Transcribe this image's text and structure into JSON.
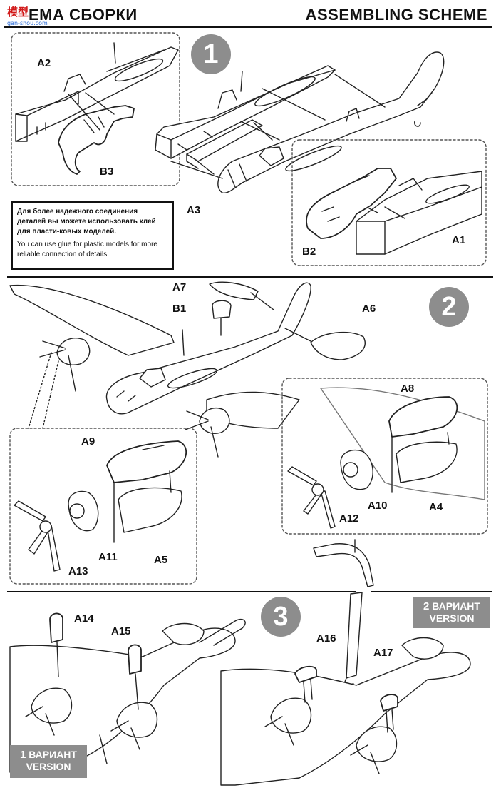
{
  "header": {
    "title_ru": "СХЕМА СБОРКИ",
    "title_ru_visible": "ЕМА СБОРКИ",
    "title_en": "ASSEMBLING SCHEME",
    "logo_cn": "模型",
    "logo_url": "gan-shou.com"
  },
  "steps": {
    "step1": "1",
    "step2": "2",
    "step3": "3"
  },
  "note": {
    "ru": "Для более надежного соединения деталей вы можете использовать клей для пласти-ковых моделей.",
    "en": "You can use glue for plastic models for more reliable connection of details."
  },
  "labels": {
    "a1": "A1",
    "a2": "A2",
    "a3": "A3",
    "a4": "A4",
    "a5": "A5",
    "a6": "A6",
    "a7": "A7",
    "a8": "A8",
    "a9": "A9",
    "a10": "A10",
    "a11": "A11",
    "a12": "A12",
    "a13": "A13",
    "a14": "A14",
    "a15": "A15",
    "a16": "A16",
    "a17": "A17",
    "b1": "B1",
    "b2": "B2",
    "b3": "B3"
  },
  "variants": {
    "v1_num": "1",
    "v1_word": "ВАРИАНТ",
    "v1_en": "VERSION",
    "v2_num": "2",
    "v2_word": "ВАРИАНТ",
    "v2_en": "VERSION"
  },
  "colors": {
    "step_circle": "#8d8d8d",
    "logo_red": "#d21b1b",
    "logo_blue": "#2a6bd6"
  }
}
